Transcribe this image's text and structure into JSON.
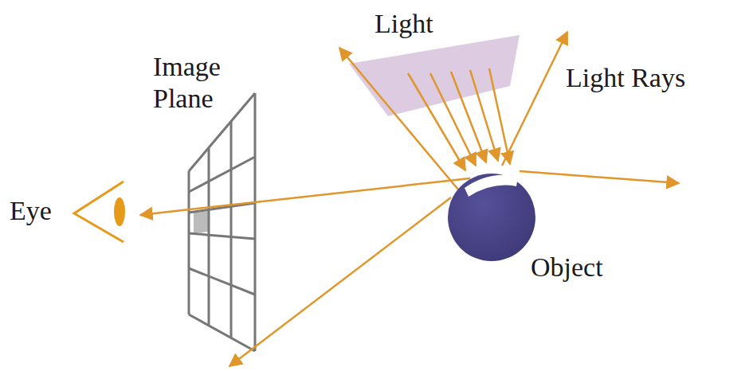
{
  "diagram": {
    "labels": [
      "Light",
      "Image Plane",
      "Light Rays",
      "Eye",
      "Object"
    ]
  }
}
